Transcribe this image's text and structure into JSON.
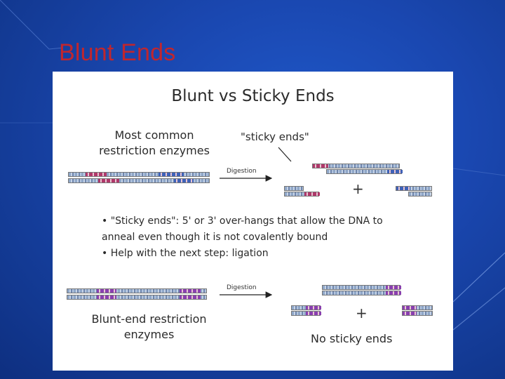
{
  "slide": {
    "title": "Blunt Ends"
  },
  "figure": {
    "heading": "Blunt vs Sticky Ends",
    "sticky_section": {
      "enzyme_label_line1": "Most common",
      "enzyme_label_line2": "restriction enzymes",
      "callout": "\"sticky ends\"",
      "arrow_label": "Digestion",
      "plus": "+"
    },
    "bullets": [
      "• \"Sticky ends\": 5' or 3' over-hangs that allow the DNA to",
      "anneal even though it is not covalently bound",
      "• Help with the next step: ligation"
    ],
    "blunt_section": {
      "arrow_label": "Digestion",
      "enzyme_label_line1": "Blunt-end restriction",
      "enzyme_label_line2": "enzymes",
      "plus": "+",
      "result_label": "No sticky ends"
    }
  },
  "colors": {
    "title": "#c0262e",
    "background": "#1a47b0",
    "panel": "#ffffff",
    "cut_site": "#b0386a",
    "blunt_site": "#8a3fb0"
  }
}
